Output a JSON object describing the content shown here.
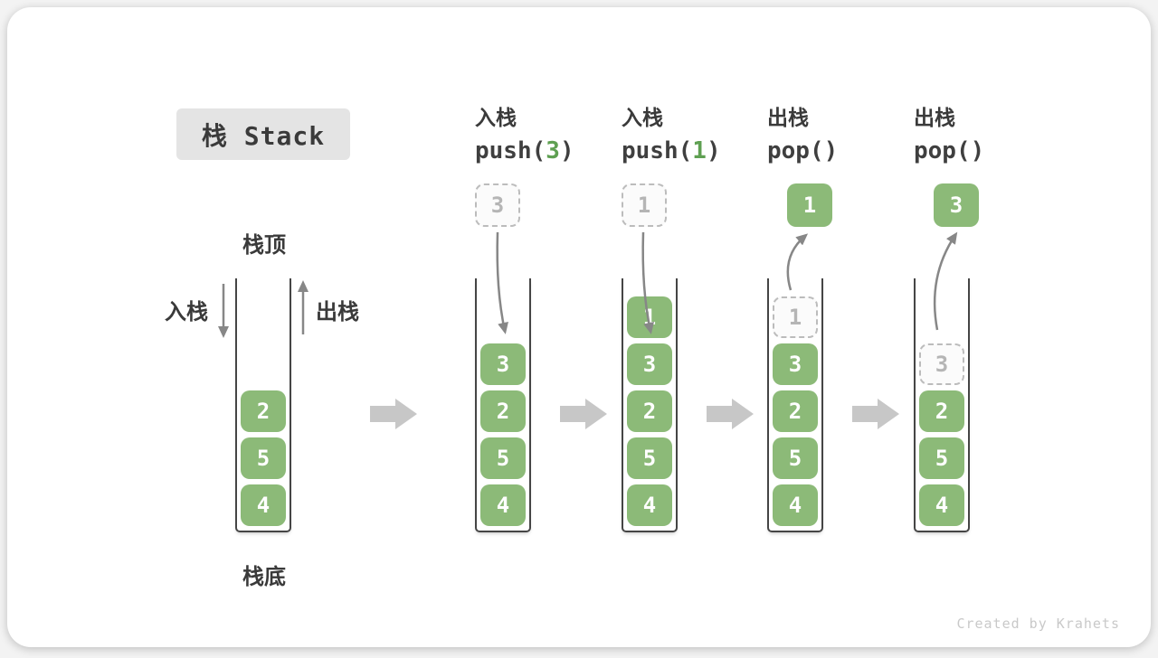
{
  "title": {
    "label": "栈 Stack"
  },
  "labels": {
    "stack_top": "栈顶",
    "stack_bottom": "栈底",
    "push": "入栈",
    "pop": "出栈"
  },
  "watermark": "Created by Krahets",
  "colors": {
    "cell_green": "#8cba78",
    "code_arg_green": "#5fa052",
    "flow_arrow_gray": "#878787",
    "transition_arrow_gray": "#c7c7c7",
    "wall_dark": "#454545",
    "dashed_gray": "#bcbcbc"
  },
  "steps": [
    {
      "name": "initial",
      "op": null,
      "floating": null,
      "arrow": null,
      "cells": [
        {
          "value": "2",
          "dashed": false
        },
        {
          "value": "5",
          "dashed": false
        },
        {
          "value": "4",
          "dashed": false
        }
      ]
    },
    {
      "name": "push-3",
      "op": {
        "line1": "入栈",
        "code_prefix": "push(",
        "code_arg": "3",
        "code_suffix": ")"
      },
      "floating": {
        "value": "3",
        "variant": "dashed"
      },
      "arrow": "in",
      "cells": [
        {
          "value": "3",
          "dashed": false
        },
        {
          "value": "2",
          "dashed": false
        },
        {
          "value": "5",
          "dashed": false
        },
        {
          "value": "4",
          "dashed": false
        }
      ]
    },
    {
      "name": "push-1",
      "op": {
        "line1": "入栈",
        "code_prefix": "push(",
        "code_arg": "1",
        "code_suffix": ")"
      },
      "floating": {
        "value": "1",
        "variant": "dashed"
      },
      "arrow": "in",
      "cells": [
        {
          "value": "1",
          "dashed": false
        },
        {
          "value": "3",
          "dashed": false
        },
        {
          "value": "2",
          "dashed": false
        },
        {
          "value": "5",
          "dashed": false
        },
        {
          "value": "4",
          "dashed": false
        }
      ]
    },
    {
      "name": "pop-1",
      "op": {
        "line1": "出栈",
        "code_prefix": "pop()",
        "code_arg": "",
        "code_suffix": ""
      },
      "floating": {
        "value": "1",
        "variant": "solid"
      },
      "arrow": "out",
      "cells": [
        {
          "value": "1",
          "dashed": true
        },
        {
          "value": "3",
          "dashed": false
        },
        {
          "value": "2",
          "dashed": false
        },
        {
          "value": "5",
          "dashed": false
        },
        {
          "value": "4",
          "dashed": false
        }
      ]
    },
    {
      "name": "pop-3",
      "op": {
        "line1": "出栈",
        "code_prefix": "pop()",
        "code_arg": "",
        "code_suffix": ""
      },
      "floating": {
        "value": "3",
        "variant": "solid"
      },
      "arrow": "out",
      "cells": [
        {
          "value": "3",
          "dashed": true
        },
        {
          "value": "2",
          "dashed": false
        },
        {
          "value": "5",
          "dashed": false
        },
        {
          "value": "4",
          "dashed": false
        }
      ]
    }
  ]
}
